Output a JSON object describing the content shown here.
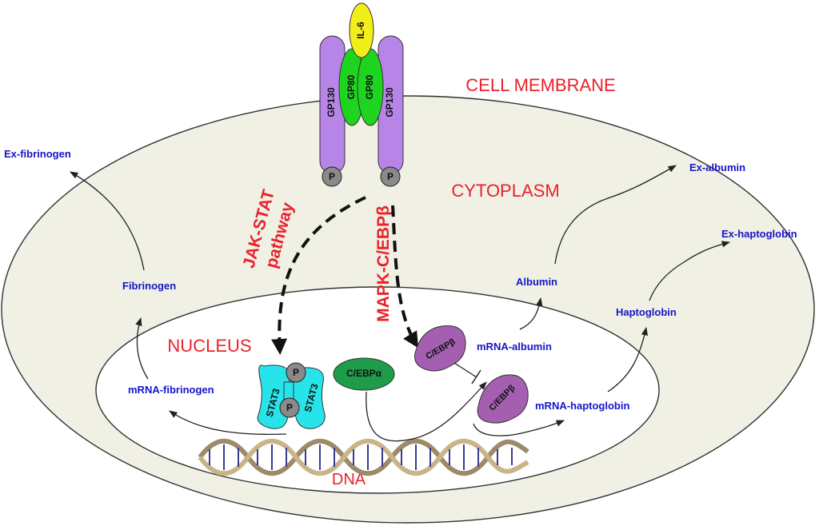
{
  "compartments": {
    "membrane": "CELL MEMBRANE",
    "cytoplasm": "CYTOPLASM",
    "nucleus": "NUCLEUS",
    "dna": "DNA"
  },
  "receptor": {
    "ligand": "IL-6",
    "gp130_left": "GP130",
    "gp80_left": "GP80",
    "gp80_right": "GP80",
    "gp130_right": "GP130",
    "phospho_left": "P",
    "phospho_right": "P"
  },
  "pathways": {
    "jak_line1": "JAK-STAT",
    "jak_line2": "pathway",
    "mapk": "MAPK-C/EBPβ"
  },
  "factors": {
    "stat3_a": "STAT3",
    "stat3_b": "STAT3",
    "stat3_p_top": "P",
    "stat3_p_bottom": "P",
    "cebpa": "C/EBPα",
    "cebpb_1": "C/EBPβ",
    "cebpb_2": "C/EBPβ"
  },
  "products": {
    "ex_fibrinogen": "Ex-fibrinogen",
    "fibrinogen": "Fibrinogen",
    "mrna_fibrinogen": "mRNA-fibrinogen",
    "ex_albumin": "Ex-albumin",
    "albumin": "Albumin",
    "mrna_albumin": "mRNA-albumin",
    "ex_haptoglobin": "Ex-haptoglobin",
    "haptoglobin": "Haptoglobin",
    "mrna_haptoglobin": "mRNA-haptoglobin"
  },
  "colors": {
    "cell": "#f0f0e4",
    "gp130": "#b784e8",
    "gp80": "#1fd41f",
    "il6": "#f2ee1a",
    "stat3": "#27e4ea",
    "cebpa": "#1e9c4a",
    "cebpb": "#a45fb0",
    "label_red": "#e8232a",
    "label_blue": "#1515c8"
  }
}
